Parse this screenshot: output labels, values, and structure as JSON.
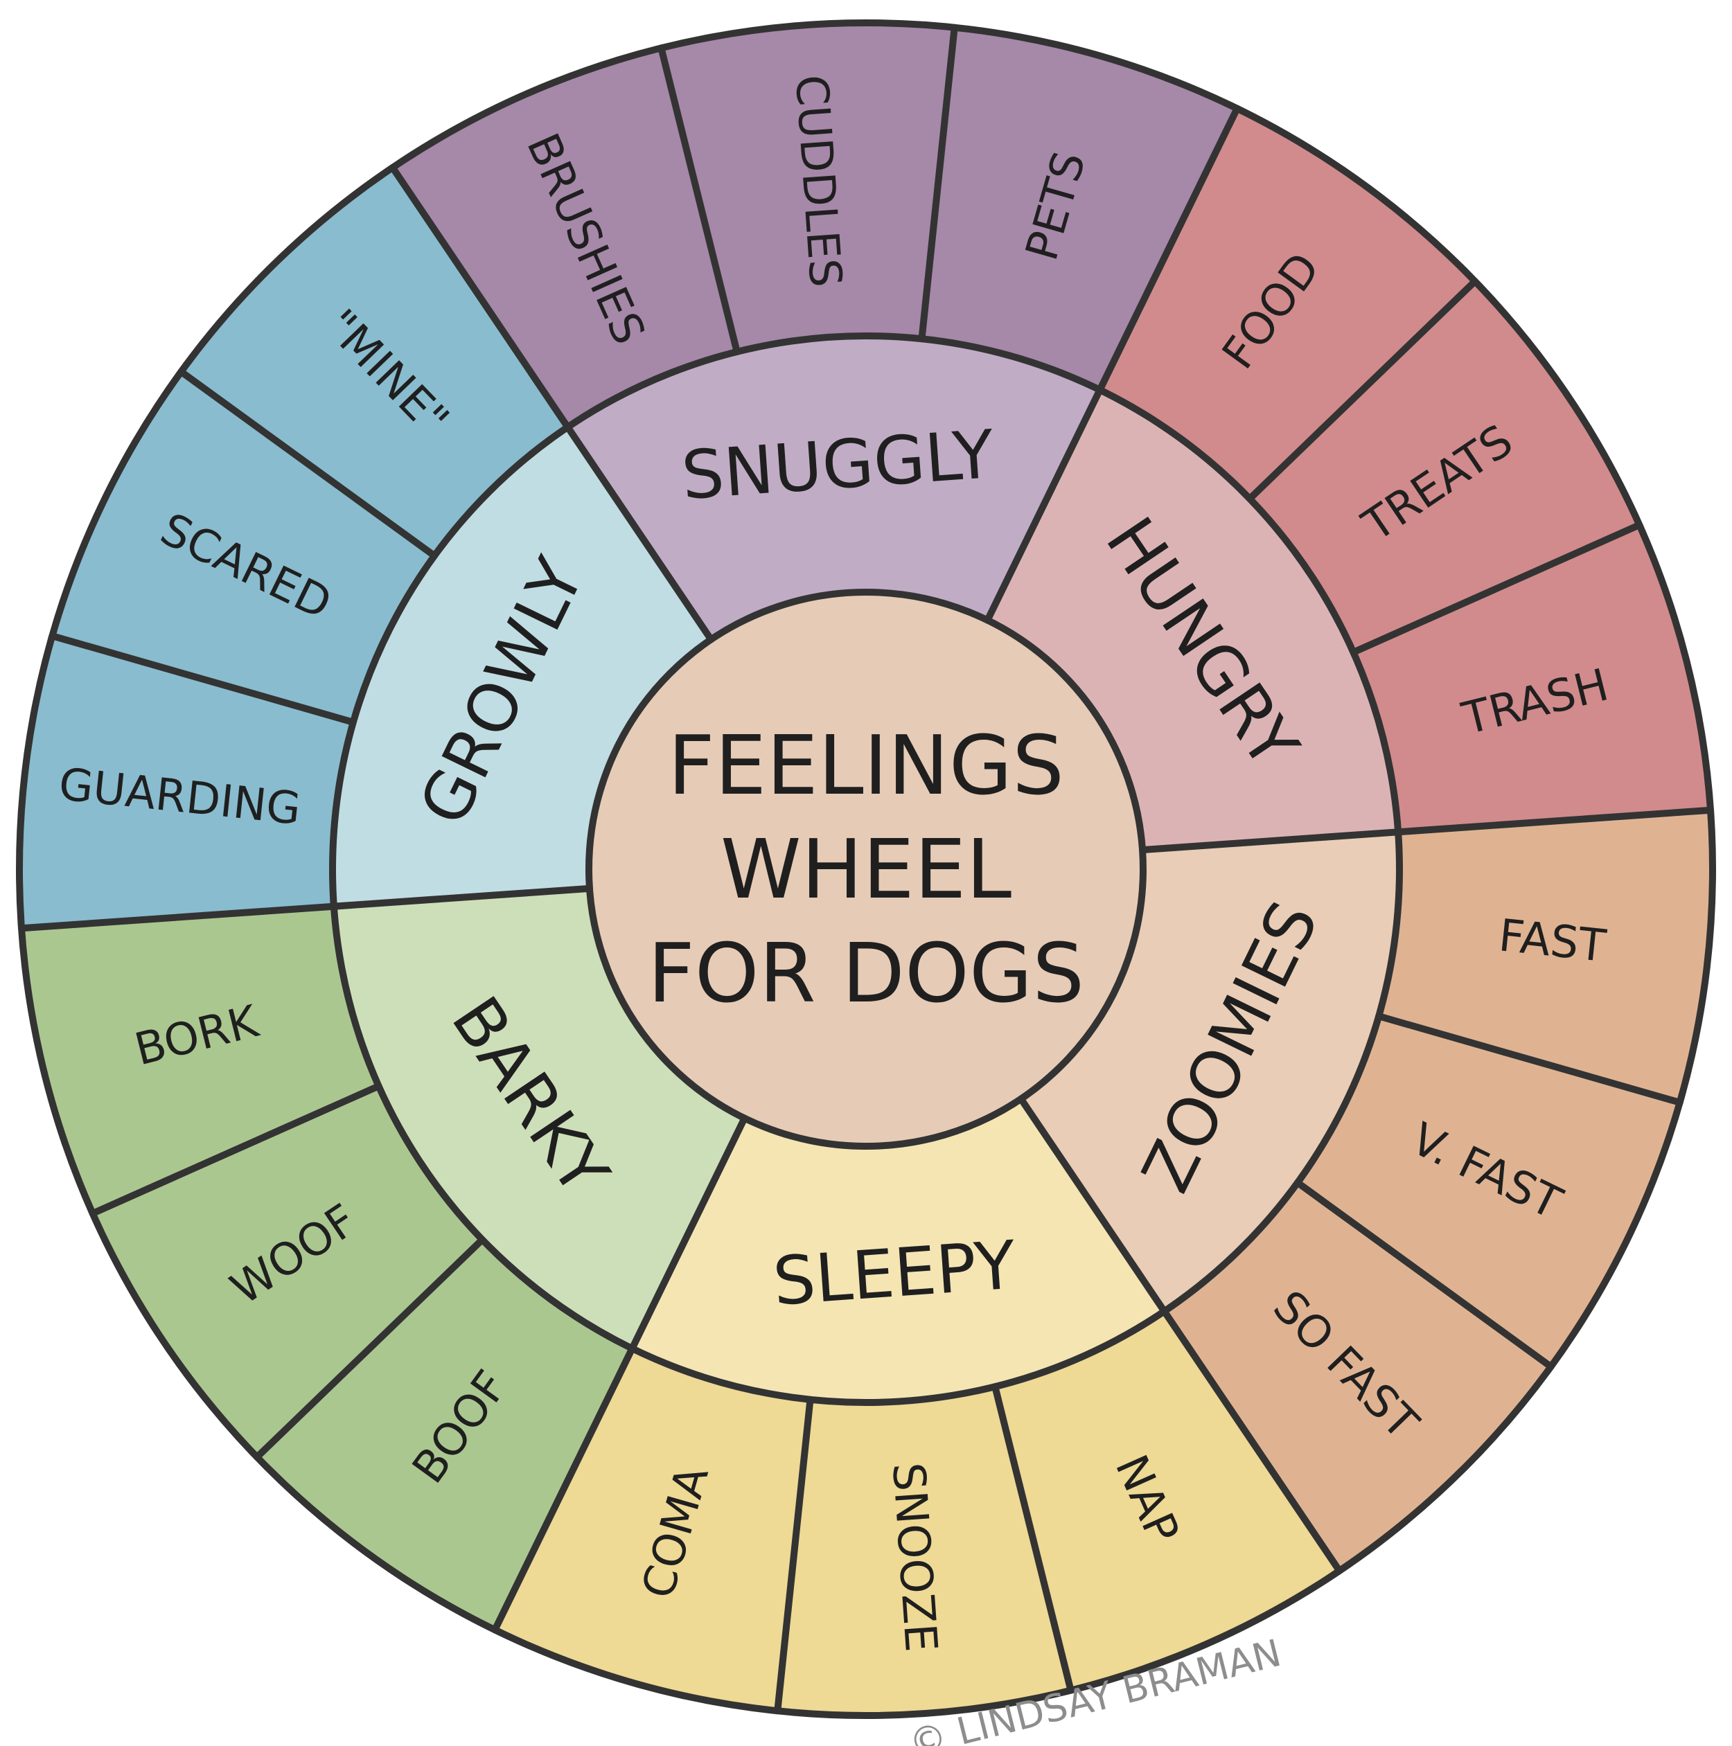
{
  "title_lines": [
    "FEELINGS",
    "WHEEL",
    "FOR DOGS"
  ],
  "credit": "© LINDSAY BRAMAN",
  "colors": {
    "stroke": "#333333",
    "center": "#e6cbb6"
  },
  "categories": [
    {
      "name": "GROWLY",
      "inner_color": "#c0dde3",
      "outer_color": "#89bccf",
      "items": [
        "GUARDING",
        "SCARED",
        "\"MINE\""
      ]
    },
    {
      "name": "SNUGGLY",
      "inner_color": "#c1acc5",
      "outer_color": "#a688a9",
      "items": [
        "BRUSHIES",
        "CUDDLES",
        "PETS"
      ]
    },
    {
      "name": "HUNGRY",
      "inner_color": "#dcb3b4",
      "outer_color": "#d18b8c",
      "items": [
        "FOOD",
        "TREATS",
        "TRASH"
      ]
    },
    {
      "name": "ZOOMIES",
      "inner_color": "#e9cdb6",
      "outer_color": "#dfb392",
      "items": [
        "FAST",
        "V. FAST",
        "SO FAST"
      ]
    },
    {
      "name": "SLEEPY",
      "inner_color": "#f4e5b3",
      "outer_color": "#eed995",
      "items": [
        "NAP",
        "SNOOZE",
        "COMA"
      ]
    },
    {
      "name": "BARKY",
      "inner_color": "#cddfb9",
      "outer_color": "#abc790",
      "items": [
        "BOOF",
        "WOOF",
        "BORK"
      ]
    }
  ]
}
